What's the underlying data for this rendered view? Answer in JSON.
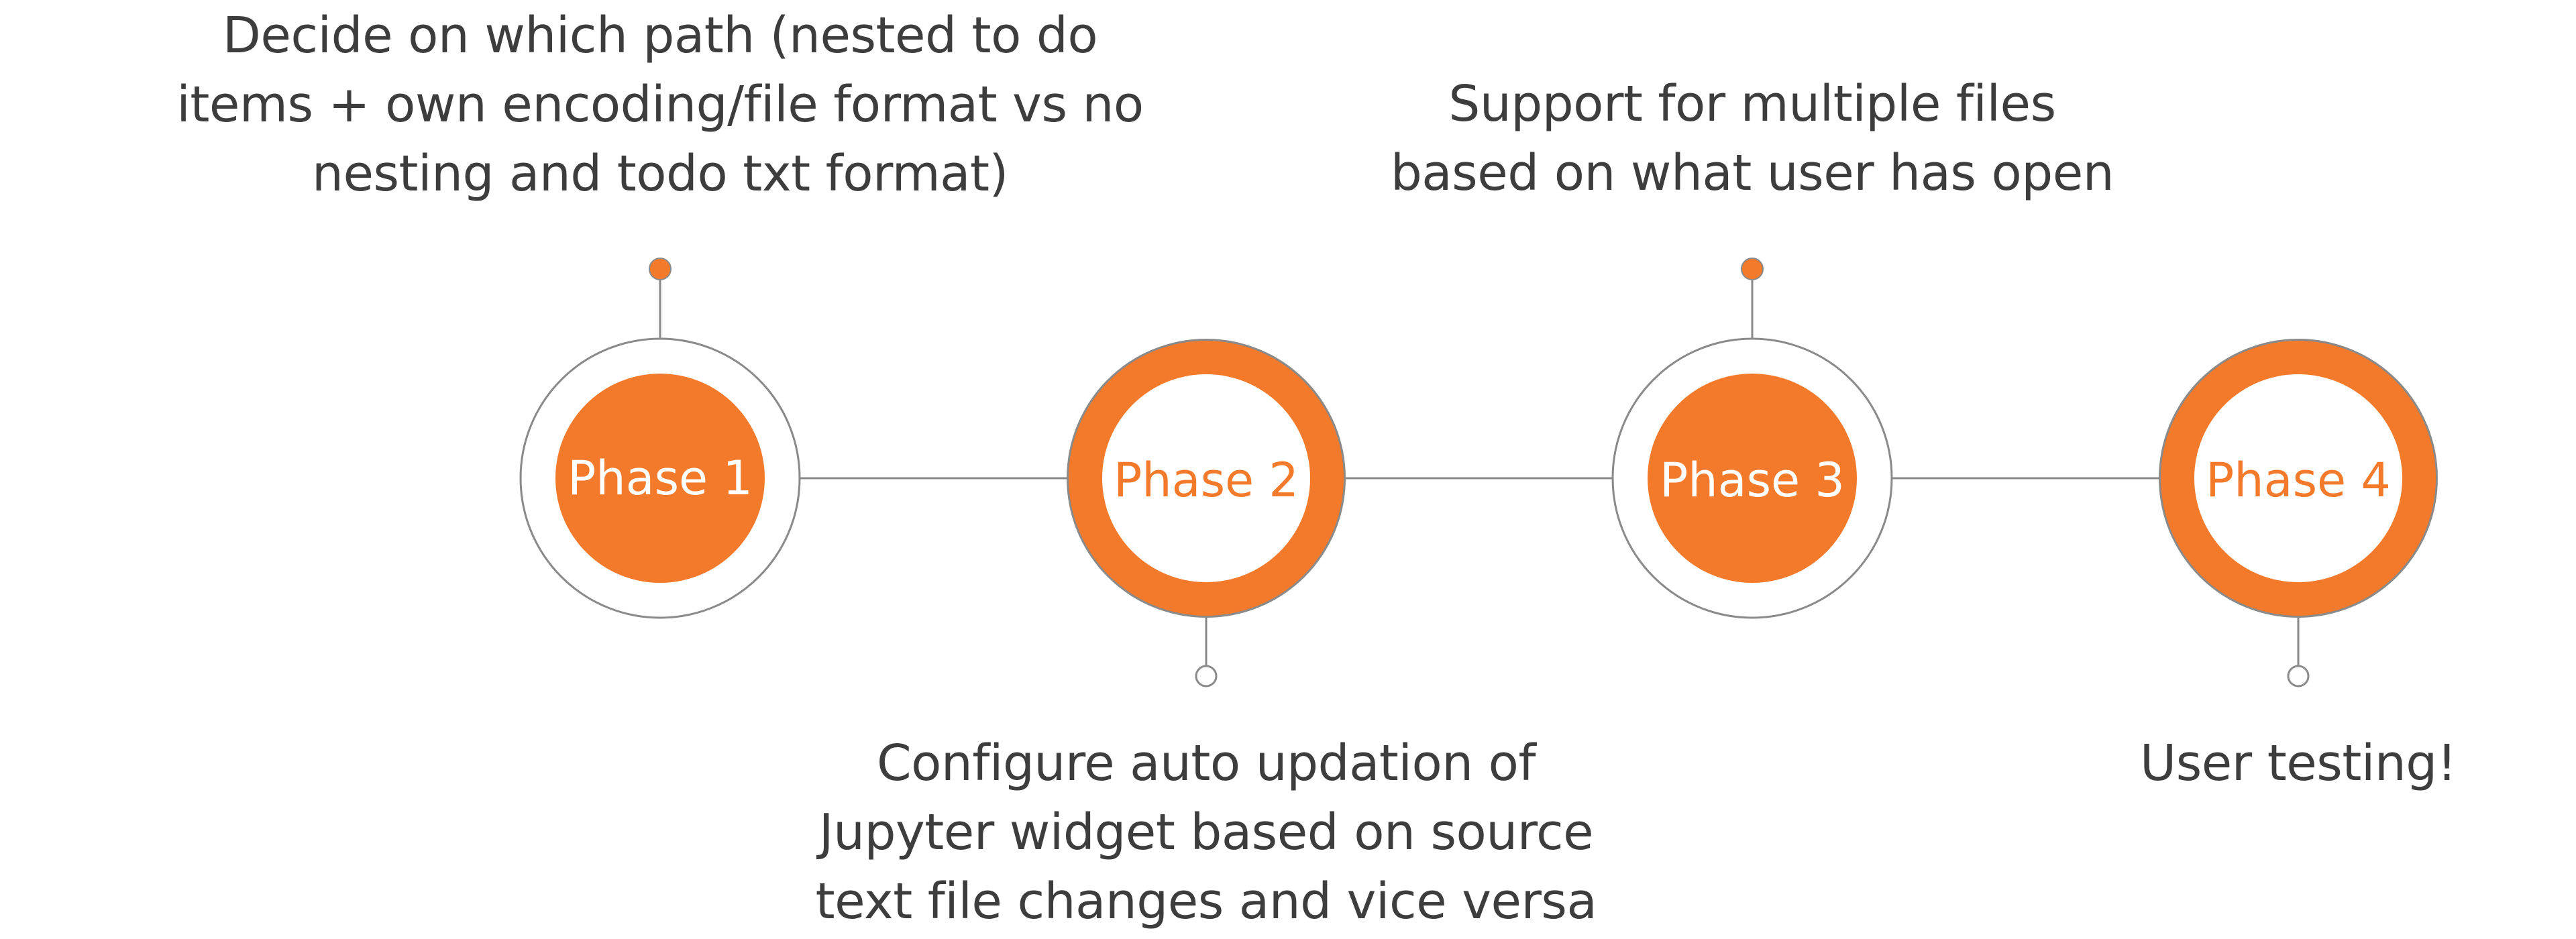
{
  "colors": {
    "accent": "#f47a2b",
    "line": "#8a8a8a",
    "text": "#3d3d3d",
    "background": "#ffffff"
  },
  "phases": [
    {
      "label": "Phase 1",
      "style": "filled-inner",
      "description_position": "above",
      "description": [
        "Decide on which path (nested to do",
        "items + own encoding/file format vs no",
        "nesting and todo txt format)"
      ]
    },
    {
      "label": "Phase 2",
      "style": "thick-ring",
      "description_position": "below",
      "description": [
        "Configure auto updation of",
        "Jupyter widget based on source",
        "text file changes and vice versa"
      ]
    },
    {
      "label": "Phase 3",
      "style": "filled-inner",
      "description_position": "above",
      "description": [
        "Support for multiple files",
        "based on what user has open"
      ]
    },
    {
      "label": "Phase 4",
      "style": "thick-ring",
      "description_position": "below",
      "description": [
        "User testing!"
      ]
    }
  ]
}
